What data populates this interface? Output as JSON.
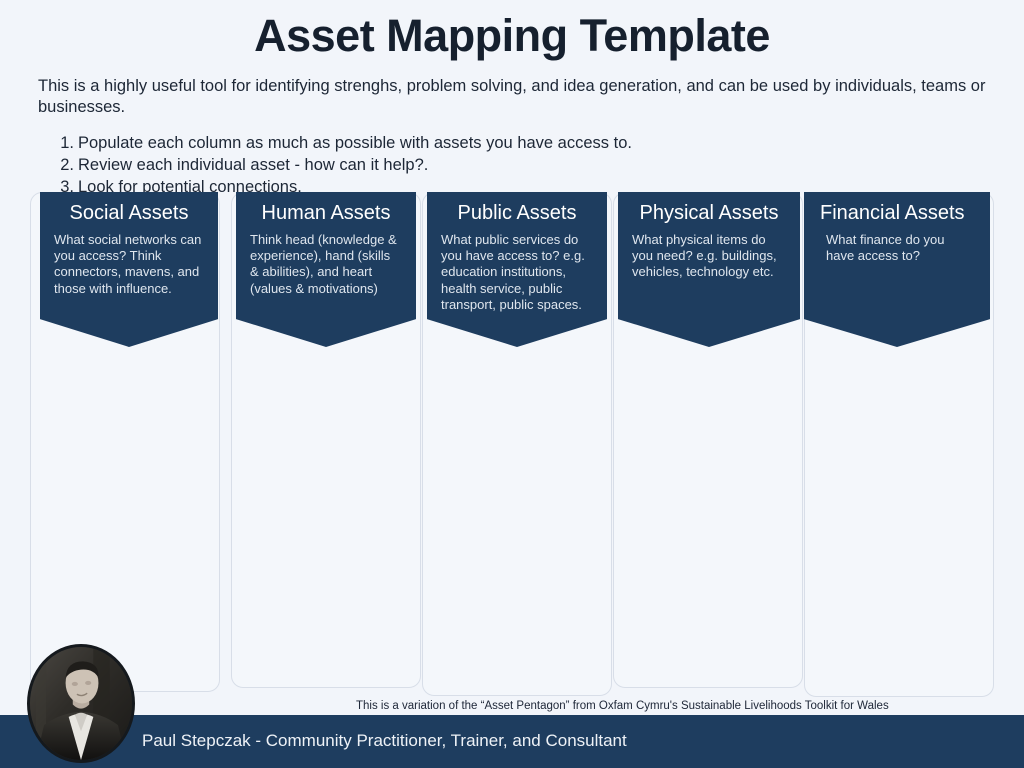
{
  "header": {
    "title": "Asset Mapping Template",
    "intro": "This is a highly useful tool for identifying strenghs, problem solving, and idea generation, and can be used by individuals, teams or businesses.",
    "steps": [
      "Populate each column as much as possible with assets you have access to.",
      "Review each individual asset - how can it help?.",
      "Look for potential connections."
    ]
  },
  "columns": [
    {
      "title": "Social Assets",
      "description": "What social networks can you access? Think connectors, mavens, and those with influence."
    },
    {
      "title": "Human Assets",
      "description": "Think head (knowledge & experience), hand (skills & abilities), and heart (values & motivations)"
    },
    {
      "title": "Public Assets",
      "description": "What public services do you have access to? e.g. education institutions, health service, public transport, public spaces."
    },
    {
      "title": "Physical Assets",
      "description": "What physical items do you need? e.g. buildings, vehicles, technology etc."
    },
    {
      "title": "Financial Assets",
      "description": "What finance do you have access to?"
    }
  ],
  "attribution": "This is a variation of  the “Asset Pentagon” from  Oxfam Cymru's Sustainable Livelihoods Toolkit for Wales",
  "footer": {
    "text": "Paul Stepczak - Community Practitioner, Trainer, and Consultant"
  },
  "colors": {
    "navy": "#1e3d5f",
    "page_background": "#f2f5fa",
    "card_background": "#f4f7fb",
    "card_border": "#d8dee8",
    "title_text": "#16202e",
    "banner_title_text": "#ffffff",
    "banner_body_text": "#dfe6ee"
  }
}
